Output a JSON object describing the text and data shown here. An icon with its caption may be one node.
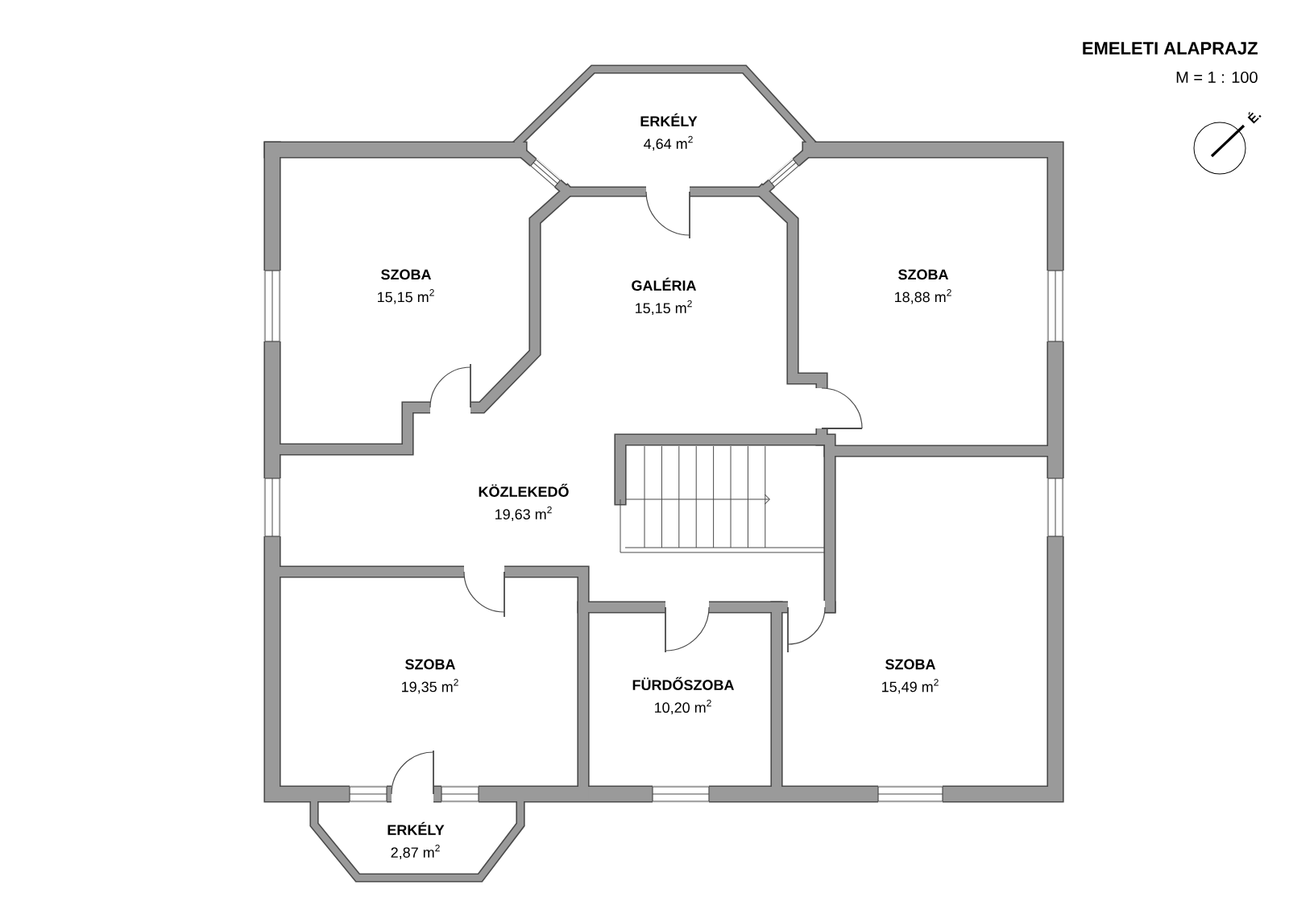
{
  "diagram": {
    "title": "EMELETI ALAPRAJZ",
    "nodes": [
      {
        "text": [
          "ERKÉLY",
          "4,64 m$^{2}$"
        ]
      },
      {
        "text": [
          "SZOBA",
          "15,15 m$^{2}$"
        ]
      },
      {
        "text": [
          "GALÉRIA",
          "15,15 m$^{2}$"
        ]
      },
      {
        "text": [
          "SZOBA",
          "18,88 m$^{2}$"
        ]
      },
      {
        "text": [
          "KÖZLEKEDŐ",
          "19,63 m$^{2}$"
        ]
      },
      {
        "text": [
          "SZOBA",
          "19,35 m$^{2}$"
        ]
      },
      {
        "text": [
          "FÜRDŐSZOBA",
          "10,20 m$^{2}$"
        ]
      },
      {
        "text": [
          "SZOBA",
          "15,49 m$^{2}$"
        ]
      },
      {
        "text": [
          "ERKÉLY",
          "2,87 m$^{2}$"
        ]
      }
    ],
    "labels": [
      "M = 1 : 100",
      "É."
    ]
  }
}
